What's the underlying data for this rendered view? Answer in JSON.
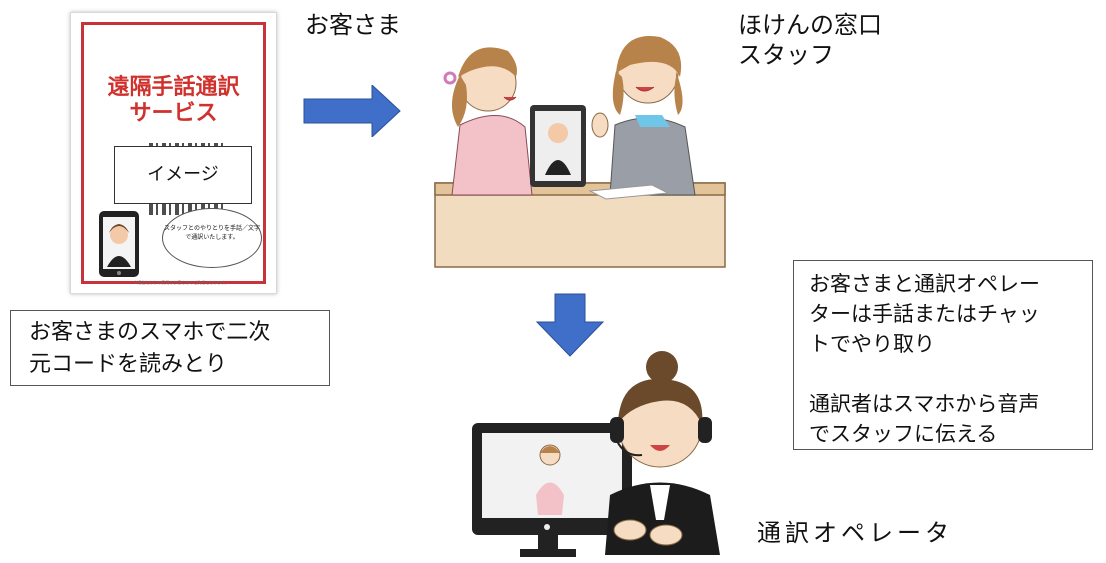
{
  "poster": {
    "title_line1": "遠隔手話通訳",
    "title_line2": "サービス",
    "image_placeholder": "イメージ",
    "bubble_text": "スタッフとのやりとりを手話／文字で通訳いたします。",
    "footer_text": "※通信にかかる費用はお客さまのご負担となります。"
  },
  "customer_label": "お客さま",
  "staff_label": {
    "line1": "ほけんの窓口",
    "line2": "スタッフ"
  },
  "qr_instruction": {
    "line1": "お客さまのスマホで二次",
    "line2": "元コードを読みとり"
  },
  "explanation": {
    "line1": "お客さまと通訳オペレー",
    "line2": "ターは手話またはチャッ",
    "line3": "トでやり取り",
    "line4": "通訳者はスマホから音声",
    "line5": "でスタッフに伝える"
  },
  "operator_label": "通訳オペレータ",
  "colors": {
    "arrow": "#3f6fc8",
    "poster_red": "#d0312d"
  }
}
